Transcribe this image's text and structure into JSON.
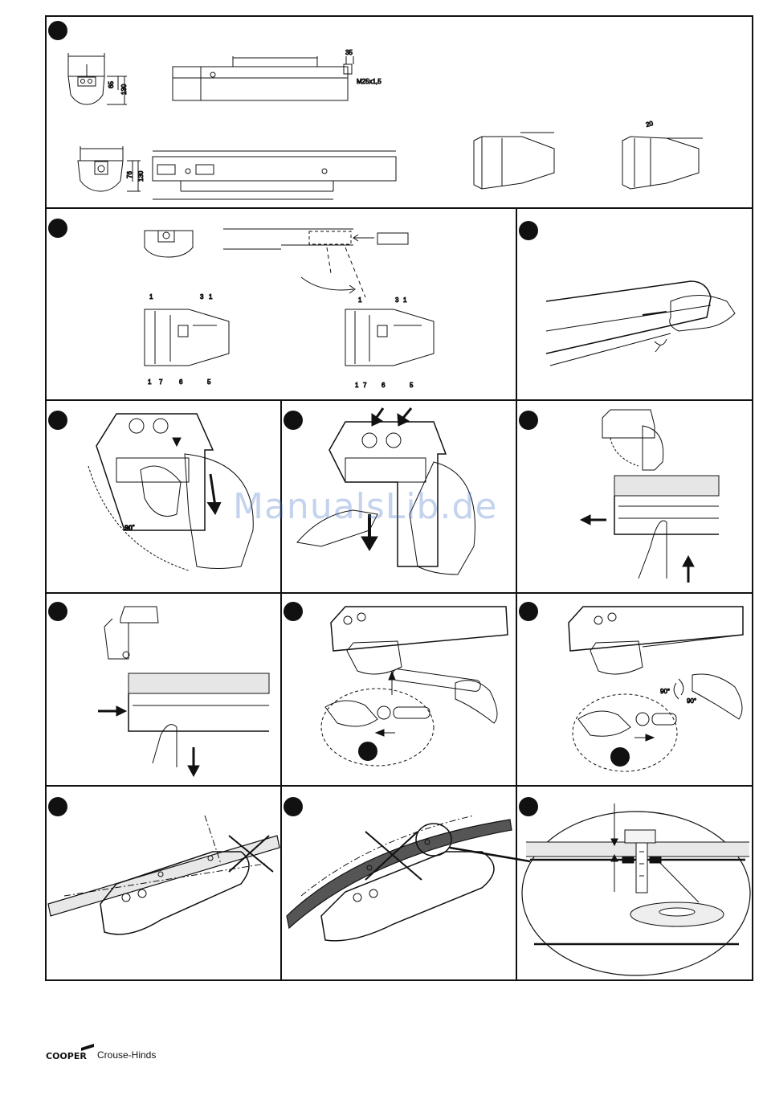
{
  "figure1": {
    "dim_65": "65",
    "dim_130_top": "130",
    "dim_35": "35",
    "thread": "M25x1,5",
    "dim_76": "76",
    "dim_130_bottom": "130",
    "dim_20": "20"
  },
  "figure2": {
    "callouts_left_top": [
      "1",
      "3",
      "1"
    ],
    "callouts_left_bottom": [
      "1",
      "7",
      "6",
      "5"
    ],
    "callouts_right_top": [
      "1",
      "3",
      "1"
    ],
    "callouts_right_bottom": [
      "1",
      "7",
      "6",
      "5"
    ]
  },
  "figure4": {
    "angle": "90˚"
  },
  "figure9": {
    "angle_left": "90°",
    "angle_right": "90°"
  },
  "watermark": "ManualsLib.de",
  "brand": {
    "mark": "COOPER",
    "name": "Crouse-Hinds"
  }
}
